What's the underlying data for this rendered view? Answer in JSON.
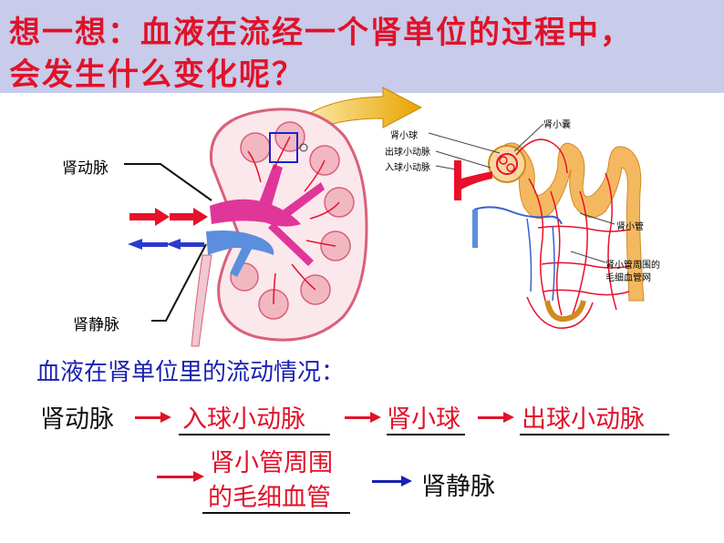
{
  "title": {
    "line1": "想一想：血液在流经一个肾单位的过程中，",
    "line2": "会发生什么变化呢？"
  },
  "kidney_labels": {
    "artery": "肾动脉",
    "vein": "肾静脉"
  },
  "nephron_labels": {
    "glomerulus": "肾小球",
    "efferent": "出球小动脉",
    "afferent": "入球小动脉",
    "capsule": "肾小囊",
    "tubule": "肾小管",
    "capillary_l1": "肾小管周围的",
    "capillary_l2": "毛细血管网"
  },
  "flow": {
    "heading": "血液在肾单位里的流动情况：",
    "step0": "肾动脉",
    "step1": "入球小动脉",
    "step2": "肾小球",
    "step3": "出球小动脉",
    "step4_l1": "肾小管周围",
    "step4_l2": "的毛细血管",
    "step5": "肾静脉"
  },
  "colors": {
    "title_red": "#e0122a",
    "header_bg": "#c8cbe9",
    "flow_blue": "#1a22b0",
    "artery_red": "#e8102a",
    "vein_blue": "#3a5fd0"
  }
}
